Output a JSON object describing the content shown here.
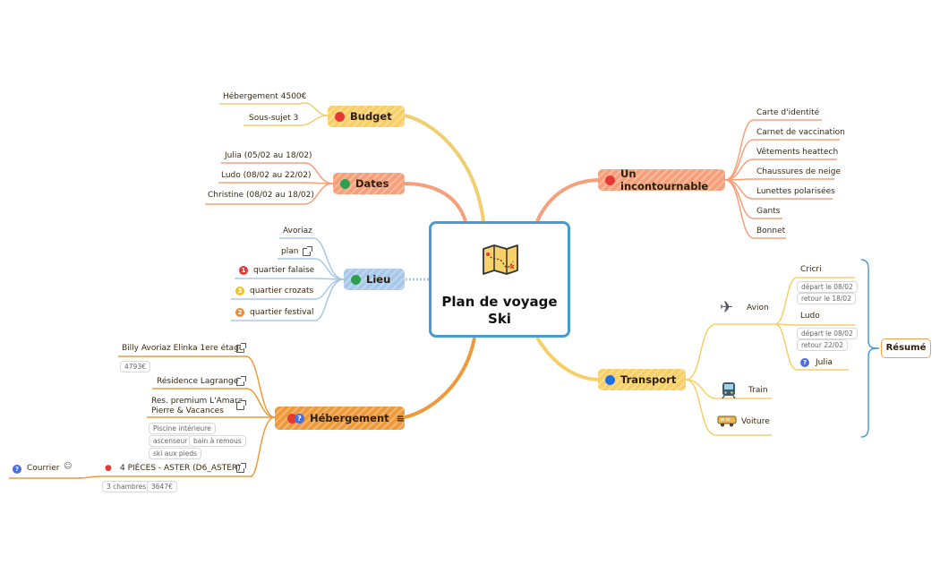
{
  "central": {
    "title_line1": "Plan de voyage",
    "title_line2": "Ski",
    "icon": "map-icon"
  },
  "budget": {
    "label": "Budget",
    "marker_color": "#e53935",
    "children": [
      "Hébergement 4500€",
      "Sous-sujet 3"
    ]
  },
  "dates": {
    "label": "Dates",
    "marker_color": "#2e9e4f",
    "children": [
      "Julia (05/02 au 18/02)",
      "Ludo (08/02 au 22/02)",
      "Christine (08/02 au 18/02)"
    ]
  },
  "lieu": {
    "label": "Lieu",
    "marker_color": "#2e9e4f",
    "children": [
      "Avoriaz",
      "plan",
      "quartier falaise",
      "quartier crozats",
      "quartier festival"
    ],
    "badges": [
      "1",
      "3",
      "2"
    ]
  },
  "hebergement": {
    "label": "Hébergement",
    "items": {
      "billy": "Billy Avoriaz Elinka 1ere étage",
      "billy_price": "4793€",
      "residence": "Résidence Lagrange",
      "amara_line1": "Res. premium L'Amara",
      "amara_line2": "Pierre & Vacances",
      "amara_tags": [
        "Piscine intérieure",
        "ascenseur",
        "bain à remous",
        "ski aux pieds"
      ],
      "aster": "4 PIÈCES - ASTER (D6_ASTER)",
      "aster_tags": [
        "3 chambres",
        "3647€"
      ],
      "courrier": "Courrier"
    }
  },
  "incontournable": {
    "label": "Un incontournable",
    "marker_color": "#e53935",
    "children": [
      "Carte d'identité",
      "Carnet de vaccination",
      "Vêtements heattech",
      "Chaussures de neige",
      "Lunettes polarisées",
      "Gants",
      "Bonnet"
    ]
  },
  "transport": {
    "label": "Transport",
    "marker_color": "#1e6fe0",
    "avion": "Avion",
    "cricri": "Cricri",
    "cricri_tags": [
      "départ le 08/02",
      "retour le 18/02"
    ],
    "ludo": "Ludo",
    "ludo_tags": [
      "départ le 08/02",
      "retour 22/02"
    ],
    "julia": "Julia",
    "train": "Train",
    "voiture": "Voiture"
  },
  "summary": {
    "label": "Résumé"
  },
  "colors": {
    "budget": "#f7cf66",
    "dates": "#f5a07a",
    "lieu": "#a8c8ea",
    "hebergement": "#ef9a3a",
    "incontournable": "#f5a07a",
    "transport": "#f7cf66",
    "central_border": "#4a9bd1"
  }
}
